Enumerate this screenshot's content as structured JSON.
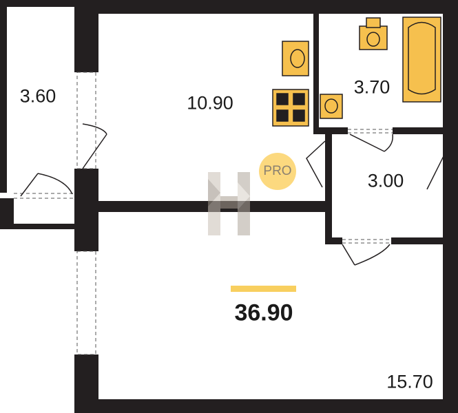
{
  "rooms": {
    "balcony": "3.60",
    "kitchen": "10.90",
    "bathroom": "3.70",
    "hall": "3.00",
    "living": "15.70"
  },
  "total_area": "36.90",
  "logo": {
    "badge": "PRO",
    "letter": "H"
  },
  "colors": {
    "wall": "#231f20",
    "fixture": "#f6c04e",
    "badge": "#fcd97f",
    "accent_bar": "#f8cf5f"
  }
}
